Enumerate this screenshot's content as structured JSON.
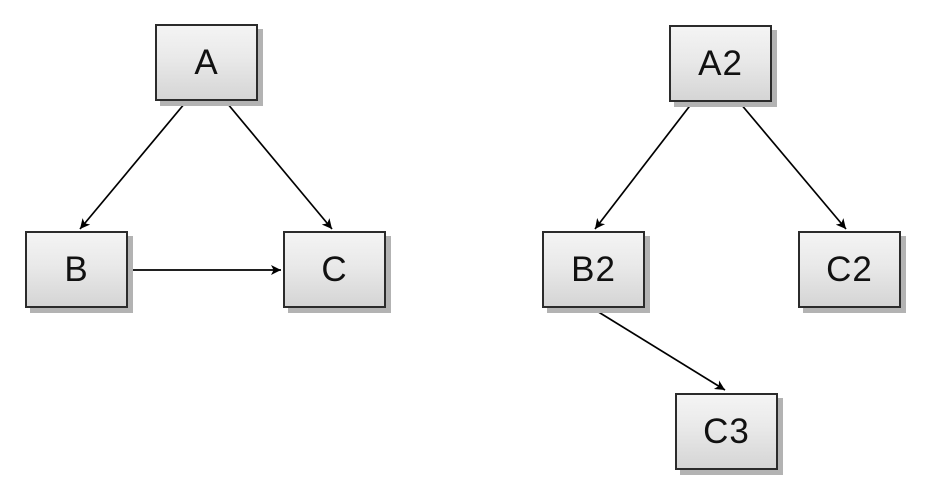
{
  "canvas": {
    "background": "#ffffff"
  },
  "colors": {
    "node_fill_top": "#f4f4f4",
    "node_fill_bottom": "#d5d5d5",
    "node_border": "#2b2b2b",
    "node_shadow": "#b3b3b3",
    "edge": "#000000",
    "label_text": "#111111"
  },
  "graphs": [
    {
      "name": "left-graph",
      "nodes": [
        {
          "id": "A",
          "label": "A"
        },
        {
          "id": "B",
          "label": "B"
        },
        {
          "id": "C",
          "label": "C"
        }
      ],
      "edges": [
        {
          "from": "A",
          "to": "B"
        },
        {
          "from": "A",
          "to": "C"
        },
        {
          "from": "B",
          "to": "C"
        }
      ]
    },
    {
      "name": "right-graph",
      "nodes": [
        {
          "id": "A2",
          "label": "A2"
        },
        {
          "id": "B2",
          "label": "B2"
        },
        {
          "id": "C2",
          "label": "C2"
        },
        {
          "id": "C3",
          "label": "C3"
        }
      ],
      "edges": [
        {
          "from": "A2",
          "to": "B2"
        },
        {
          "from": "A2",
          "to": "C2"
        },
        {
          "from": "B2",
          "to": "C3"
        }
      ]
    }
  ]
}
